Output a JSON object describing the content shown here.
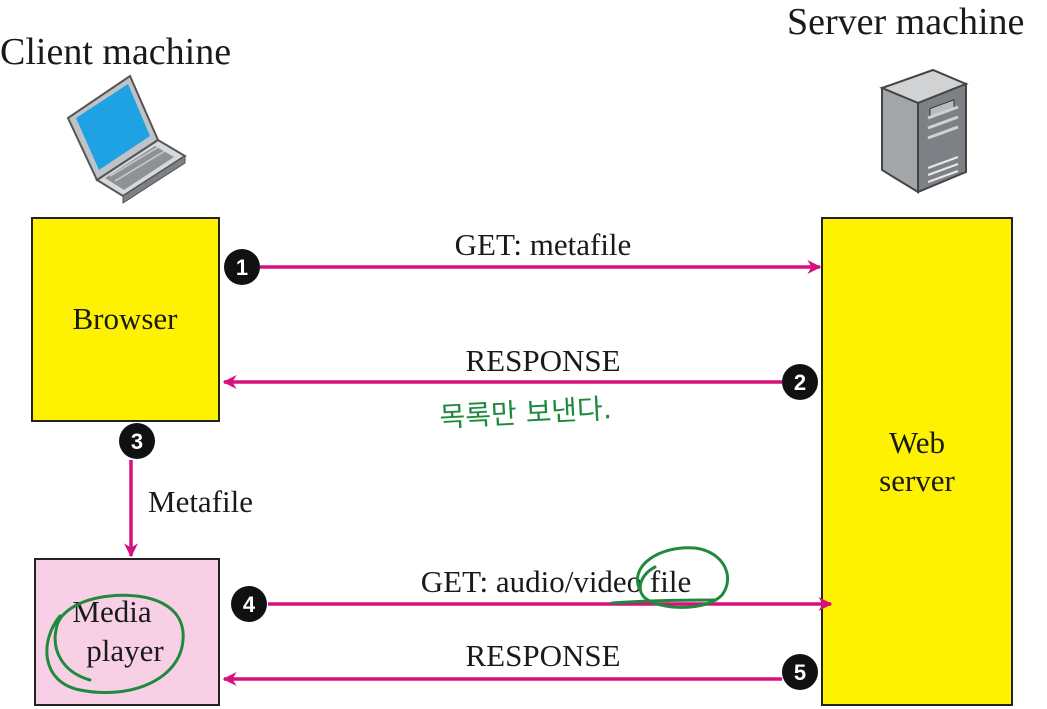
{
  "client_title": "Client machine",
  "server_title": "Server machine",
  "boxes": {
    "browser": "Browser",
    "media_player_line1": "Media",
    "media_player_line2": "player",
    "web_server_line1": "Web",
    "web_server_line2": "server"
  },
  "messages": {
    "get_metafile": "GET: metafile",
    "response_1": "RESPONSE",
    "metafile": "Metafile",
    "get_av": "GET: audio/video file",
    "response_2": "RESPONSE"
  },
  "handwritten_note": "목록만 보낸다.",
  "steps": [
    "1",
    "2",
    "3",
    "4",
    "5"
  ],
  "colors": {
    "box_yellow": "#fff200",
    "box_pink": "#f7d0e5",
    "arrow_magenta": "#d6117e",
    "annotation_green": "#1f8a3e",
    "badge_black": "#111111"
  },
  "icons": [
    "laptop-icon",
    "server-tower-icon"
  ]
}
